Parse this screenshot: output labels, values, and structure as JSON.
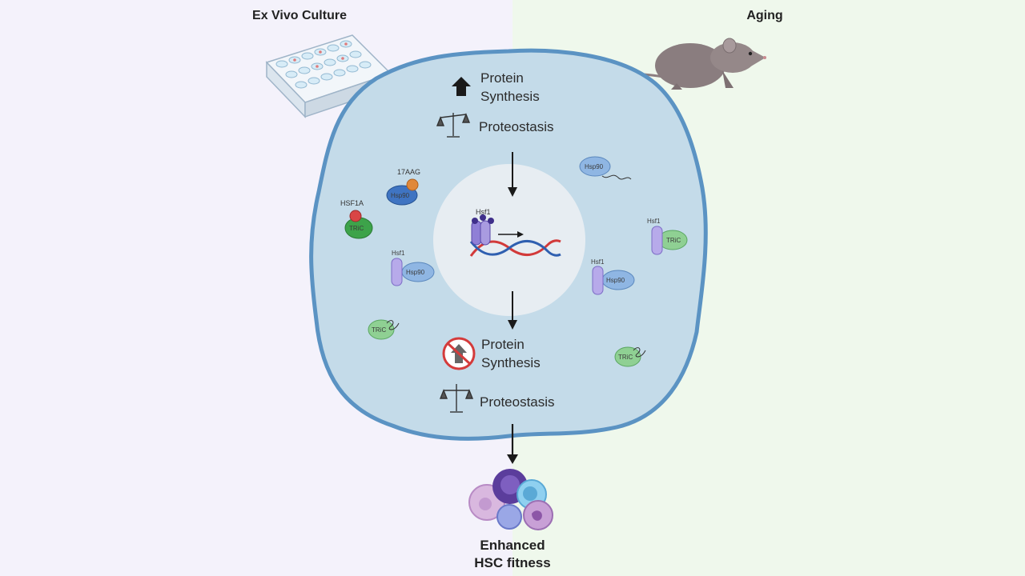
{
  "headers": {
    "left": "Ex Vivo Culture",
    "right": "Aging"
  },
  "top_box": {
    "protein_line1": "Protein",
    "protein_line2": "Synthesis",
    "proteostasis": "Proteostasis"
  },
  "bottom_box": {
    "protein_line1": "Protein",
    "protein_line2": "Synthesis",
    "proteostasis": "Proteostasis"
  },
  "nucleus": {
    "hsf1_label": "Hsf1"
  },
  "molecules": {
    "drug_17aag": "17AAG",
    "hsp90": "Hsp90",
    "hsf1a": "HSF1A",
    "tric": "TRiC",
    "hsf1": "Hsf1"
  },
  "outcome": {
    "line1": "Enhanced",
    "line2": "HSC fitness"
  },
  "colors": {
    "cell_fill": "#c4dbe9",
    "cell_stroke": "#5b93c3",
    "nucleus_fill": "#e7edf2",
    "tric_green": "#7bc47f",
    "hsp90_blue": "#7aa6d6",
    "hsf1_purple": "#a99be0",
    "dna_red": "#d23a3a",
    "dna_blue": "#2f5fb0"
  }
}
